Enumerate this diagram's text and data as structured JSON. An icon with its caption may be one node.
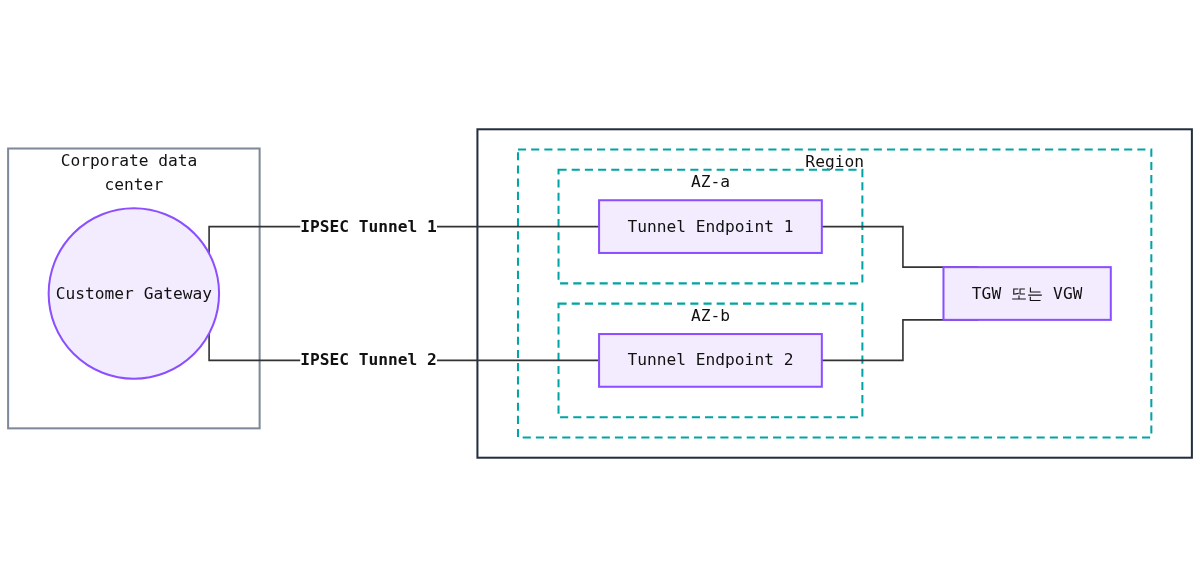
{
  "diagram": {
    "nodes": [
      {
        "text": [
          "Corporate data center"
        ]
      },
      {
        "text": [
          "Customer Gateway"
        ],
        "in": 0
      },
      {
        "text": [],
        "shape": "box"
      },
      {
        "text": [
          "Region"
        ],
        "in": 2
      },
      {
        "text": [
          "AZ-a"
        ],
        "in": 3
      },
      {
        "text": [
          "Tunnel Endpoint 1"
        ],
        "in": 4
      },
      {
        "text": [
          "AZ-b"
        ],
        "in": 3
      },
      {
        "text": [
          "Tunnel Endpoint 2"
        ],
        "in": 6
      },
      {
        "text": [
          "TGW 또는 VGW"
        ],
        "in": 3
      }
    ],
    "edges": [
      {
        "from": 1,
        "to": 5,
        "arrow": "none",
        "label": "IPSEC Tunnel 1"
      },
      {
        "from": 1,
        "to": 7,
        "arrow": "none",
        "label": "IPSEC Tunnel 2"
      },
      {
        "from": 5,
        "to": 8,
        "arrow": "none"
      },
      {
        "from": 7,
        "to": 8,
        "arrow": "none"
      }
    ]
  }
}
